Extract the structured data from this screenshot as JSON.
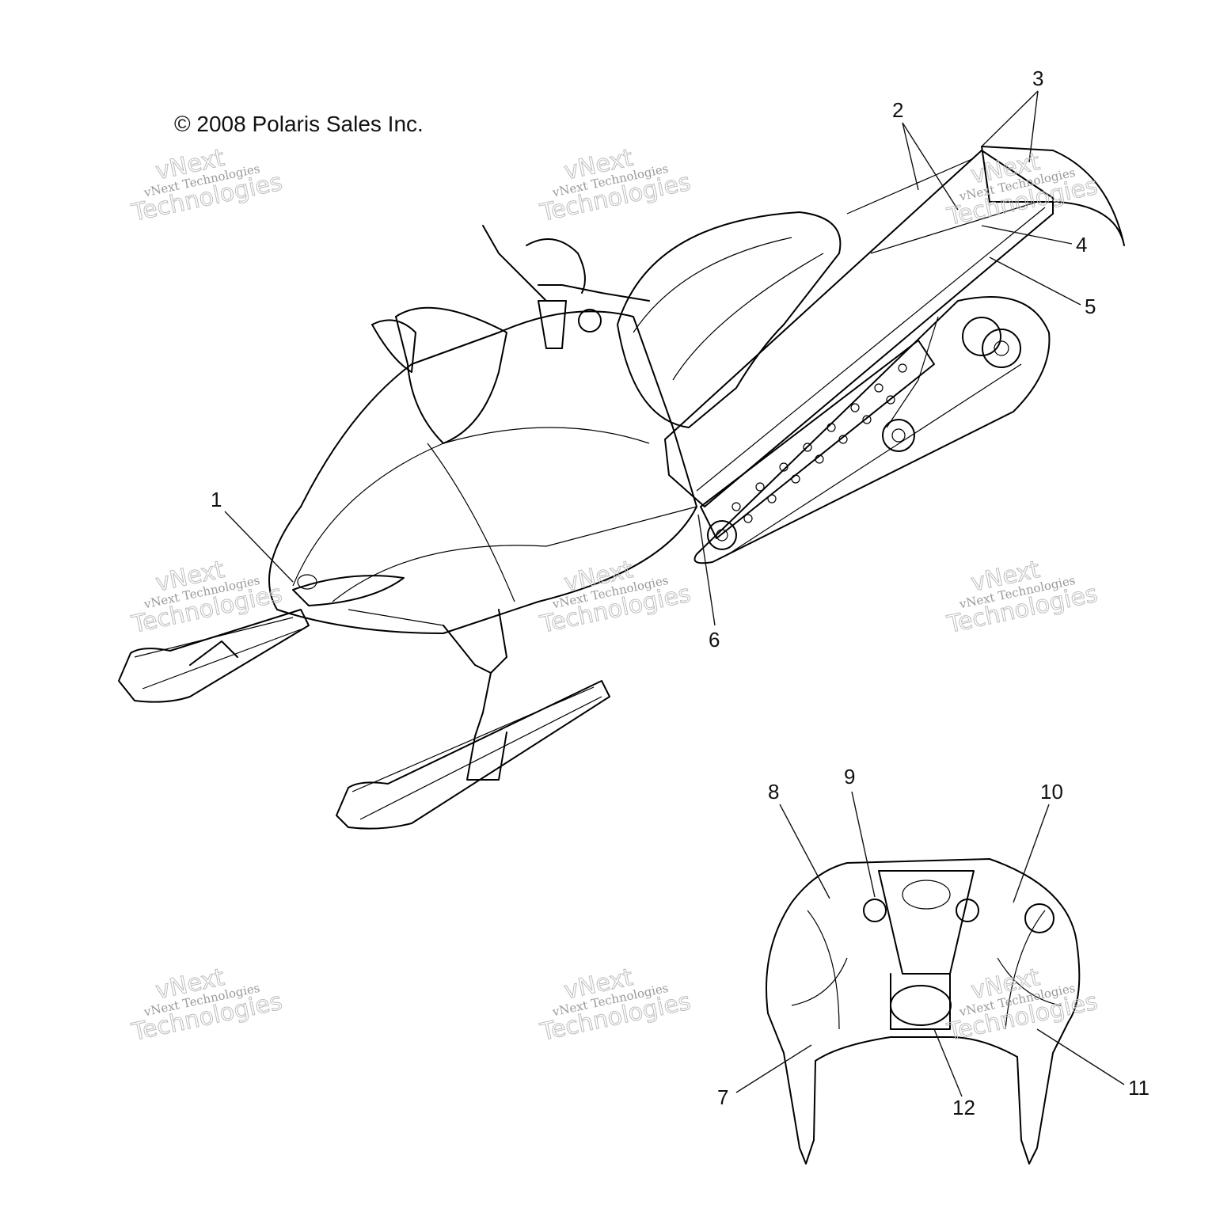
{
  "copyright": "© 2008 Polaris Sales Inc.",
  "callouts": [
    "1",
    "2",
    "3",
    "4",
    "5",
    "6",
    "7",
    "8",
    "9",
    "10",
    "11",
    "12"
  ],
  "watermark": {
    "line1": "vNext",
    "line2": "vNext Technologies",
    "line3": "Technologies"
  }
}
